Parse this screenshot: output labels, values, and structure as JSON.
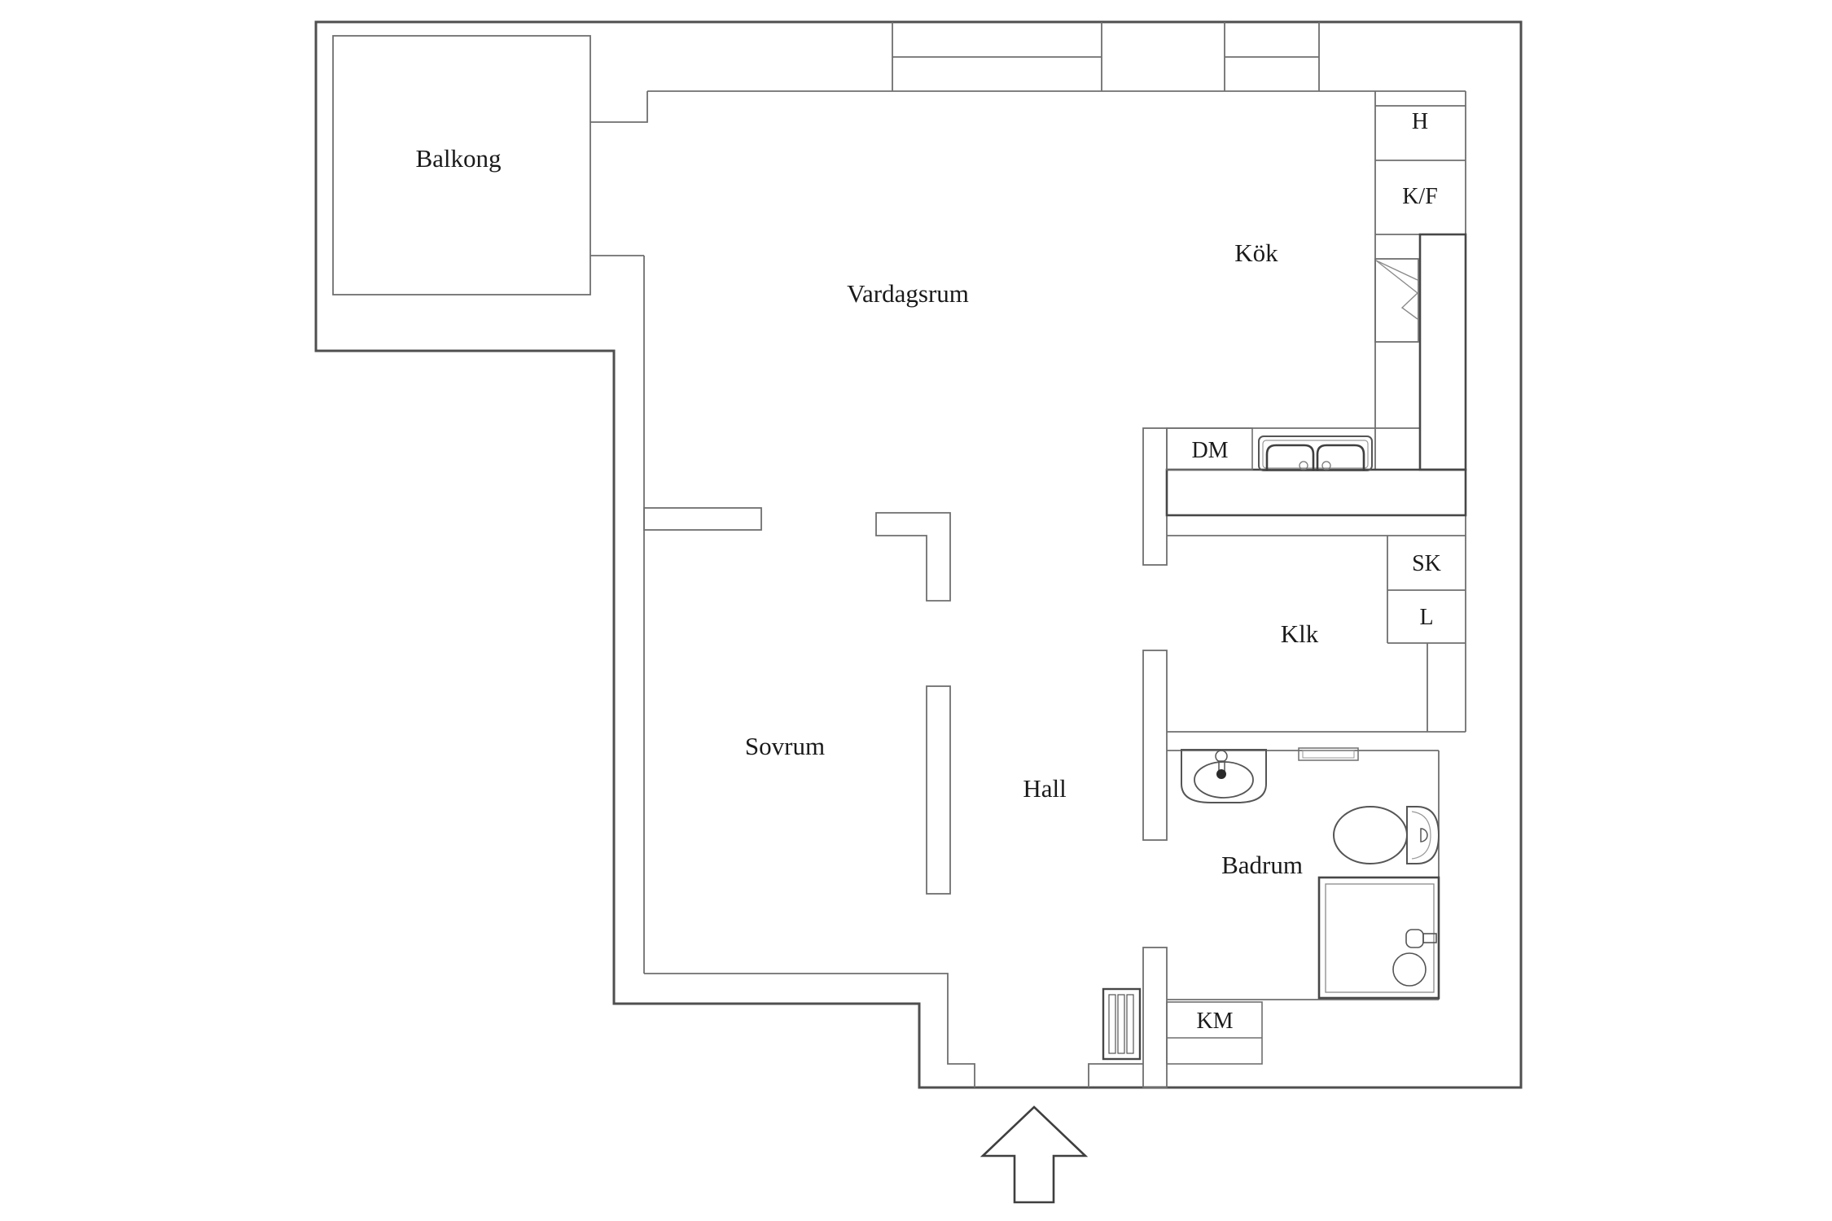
{
  "plan": {
    "type_label": "floor-plan-drawing",
    "rooms": {
      "balkong": "Balkong",
      "vardagsrum": "Vardagsrum",
      "kok": "Kök",
      "sovrum": "Sovrum",
      "hall": "Hall",
      "klk": "Klk",
      "badrum": "Badrum"
    },
    "storage": {
      "h": "H",
      "kf": "K/F",
      "sk": "SK",
      "l": "L"
    },
    "appliances": {
      "dm": "DM",
      "km": "KM"
    },
    "fixtures": [
      "kitchen-double-sink-icon",
      "stove-icon",
      "bathroom-sink-icon",
      "mirror-shelf-icon",
      "toilet-icon",
      "shower-icon",
      "radiator-icon",
      "washing-machine-icon",
      "entrance-arrow-icon",
      "window-icon"
    ],
    "palette": {
      "background": "#ffffff",
      "outer_wall": "#4f4f4f",
      "inner_wall": "#6f6f6f",
      "fixture": "#555555",
      "counter": "#474747",
      "text": "#1a1a1a"
    }
  }
}
